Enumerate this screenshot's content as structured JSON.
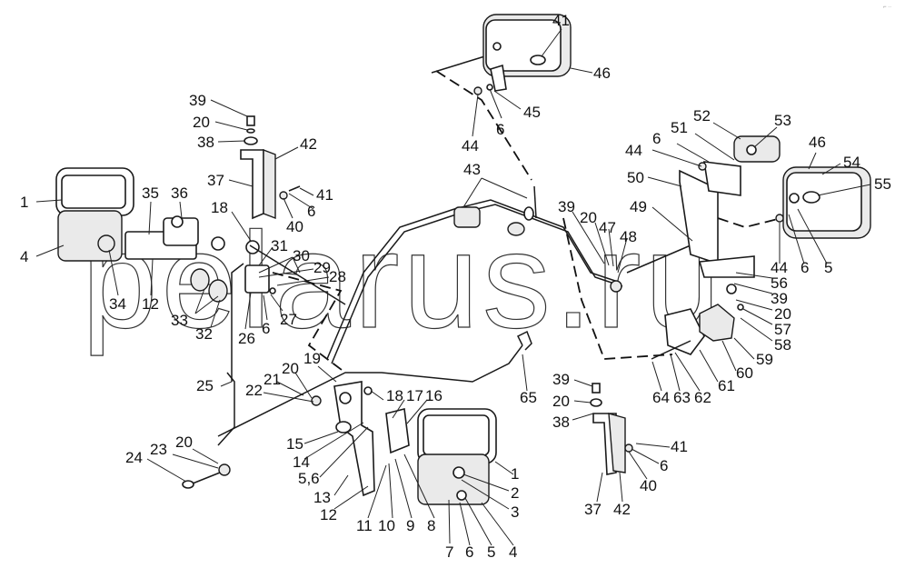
{
  "title": "Lighting equipment exploded parts diagram",
  "watermark": "pelarus.ru",
  "corner_mark": "⌐ ··",
  "colors": {
    "line": "#1a1a1a",
    "background": "#ffffff",
    "watermark_stroke": "#333333"
  },
  "labels": {
    "left_lamp_group": [
      "1",
      "4",
      "34",
      "12",
      "35",
      "36",
      "33",
      "32"
    ],
    "top_left_bracket": [
      "39",
      "20",
      "38",
      "42",
      "37",
      "41",
      "6",
      "40"
    ],
    "left_connector": [
      "18",
      "31",
      "30",
      "29",
      "28",
      "27",
      "6",
      "26"
    ],
    "harness_left": [
      "25",
      "19",
      "20",
      "21",
      "22",
      "24",
      "23",
      "20"
    ],
    "bottom_center_bracket": [
      "15",
      "14",
      "5,6",
      "13",
      "12",
      "18",
      "17",
      "16"
    ],
    "bottom_lamp": [
      "1",
      "2",
      "3",
      "4",
      "5",
      "6",
      "7",
      "8",
      "9",
      "10",
      "11"
    ],
    "top_lamp": [
      "41",
      "46",
      "45",
      "6",
      "44"
    ],
    "harness_center": [
      "43",
      "65"
    ],
    "right_plate_group": [
      "52",
      "53",
      "51",
      "6",
      "44",
      "50",
      "49",
      "39",
      "20",
      "47",
      "48"
    ],
    "right_lamp": [
      "46",
      "54",
      "55",
      "5",
      "6",
      "44"
    ],
    "right_lower_group": [
      "56",
      "39",
      "20",
      "57",
      "58",
      "59",
      "60",
      "61",
      "62",
      "63",
      "64"
    ],
    "bottom_right_bracket": [
      "39",
      "20",
      "38",
      "41",
      "6",
      "40",
      "37",
      "42"
    ]
  }
}
